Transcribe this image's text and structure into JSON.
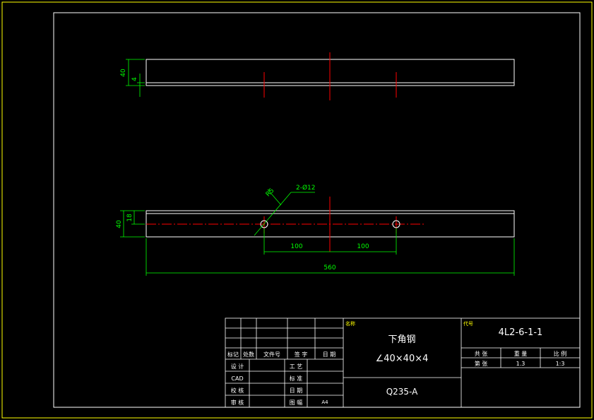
{
  "colors": {
    "background": "#000000",
    "border": "#ffff00",
    "outline": "#ffffff",
    "center_line": "#ff0000",
    "dimension": "#00ff00"
  },
  "top_view": {
    "height_dim": "40",
    "thickness_dim": "4"
  },
  "front_view": {
    "height_dim": "40",
    "hole_offset_dim": "18",
    "hole_callout": "2-Ø12",
    "radius_label": "R5",
    "hole_spacing_left": "100",
    "hole_spacing_right": "100",
    "overall_length": "560"
  },
  "title_block": {
    "header_labels": [
      "标记",
      "处数",
      "文件号",
      "签 字",
      "日 期"
    ],
    "role_labels": [
      "设 计",
      "CAD",
      "校 核",
      "审 核"
    ],
    "process_labels": [
      "工 艺",
      "标 准",
      "日 期",
      "图 幅"
    ],
    "sheet_size": "A4",
    "name_label": "名称",
    "part_name": "下角钢",
    "part_spec": "∠40×40×4",
    "material": "Q235-A",
    "code_label": "代号",
    "drawing_number": "4L2-6-1-1",
    "attribute_labels": [
      "共 张",
      "重 量",
      "比 例"
    ],
    "sheet_label": "第 张",
    "weight": "1.3",
    "scale": "1:3"
  }
}
